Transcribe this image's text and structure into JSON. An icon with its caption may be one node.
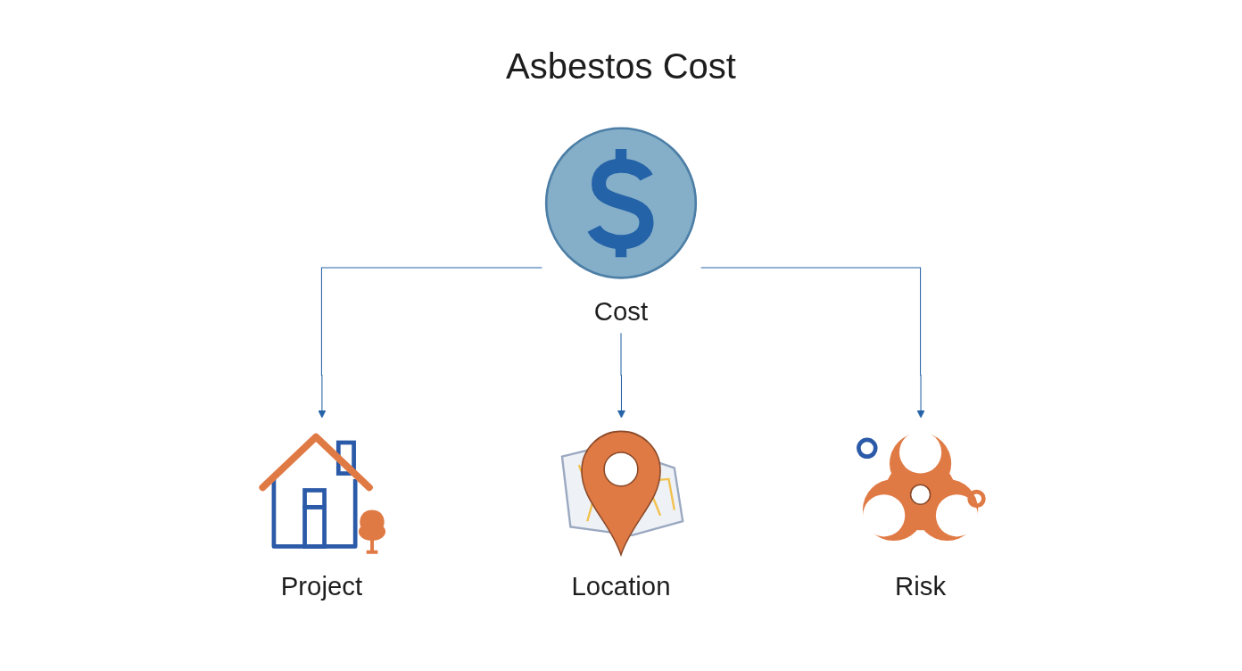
{
  "diagram": {
    "title": "Asbestos Cost",
    "nodes": [
      {
        "text": [
          "Cost"
        ]
      },
      {
        "text": [
          "Project"
        ]
      },
      {
        "text": [
          "Location"
        ]
      },
      {
        "text": [
          "Risk"
        ]
      }
    ],
    "edges": [
      {
        "from": 0,
        "to": 1,
        "arrow": "to"
      },
      {
        "from": 0,
        "to": 2,
        "arrow": "to"
      },
      {
        "from": 0,
        "to": 3,
        "arrow": "to"
      }
    ]
  }
}
